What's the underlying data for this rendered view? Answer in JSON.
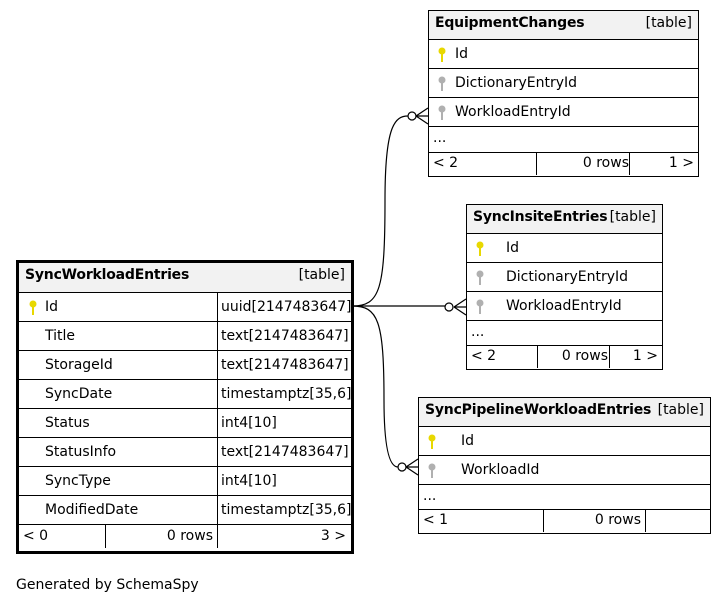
{
  "tables": {
    "equipment_changes": {
      "name": "EquipmentChanges",
      "kind": "[table]",
      "columns": [
        {
          "name": "Id",
          "key": "primary"
        },
        {
          "name": "DictionaryEntryId",
          "key": "foreign"
        },
        {
          "name": "WorkloadEntryId",
          "key": "foreign"
        }
      ],
      "ellipsis": "...",
      "footer": {
        "left": "< 2",
        "rows": "0 rows",
        "right": "1 >"
      }
    },
    "sync_insite_entries": {
      "name": "SyncInsiteEntries",
      "kind": "[table]",
      "columns": [
        {
          "name": "Id",
          "key": "primary"
        },
        {
          "name": "DictionaryEntryId",
          "key": "foreign"
        },
        {
          "name": "WorkloadEntryId",
          "key": "foreign"
        }
      ],
      "ellipsis": "...",
      "footer": {
        "left": "< 2",
        "rows": "0 rows",
        "right": "1 >"
      }
    },
    "sync_pipeline_workload_entries": {
      "name": "SyncPipelineWorkloadEntries",
      "kind": "[table]",
      "columns": [
        {
          "name": "Id",
          "key": "primary"
        },
        {
          "name": "WorkloadId",
          "key": "foreign"
        }
      ],
      "ellipsis": "...",
      "footer": {
        "left": "< 1",
        "rows": "0 rows",
        "right": ""
      }
    },
    "sync_workload_entries": {
      "name": "SyncWorkloadEntries",
      "kind": "[table]",
      "columns": [
        {
          "name": "Id",
          "type": "uuid[2147483647]",
          "key": "primary"
        },
        {
          "name": "Title",
          "type": "text[2147483647]"
        },
        {
          "name": "StorageId",
          "type": "text[2147483647]"
        },
        {
          "name": "SyncDate",
          "type": "timestamptz[35,6]"
        },
        {
          "name": "Status",
          "type": "int4[10]"
        },
        {
          "name": "StatusInfo",
          "type": "text[2147483647]"
        },
        {
          "name": "SyncType",
          "type": "int4[10]"
        },
        {
          "name": "ModifiedDate",
          "type": "timestamptz[35,6]"
        }
      ],
      "footer": {
        "left": "< 0",
        "rows": "0 rows",
        "right": "3 >"
      }
    }
  },
  "colors": {
    "primary_key": "#e8d800",
    "foreign_key": "#b0b0b0",
    "header_bg": "#f2f2f2"
  },
  "generated_by": "Generated by SchemaSpy"
}
